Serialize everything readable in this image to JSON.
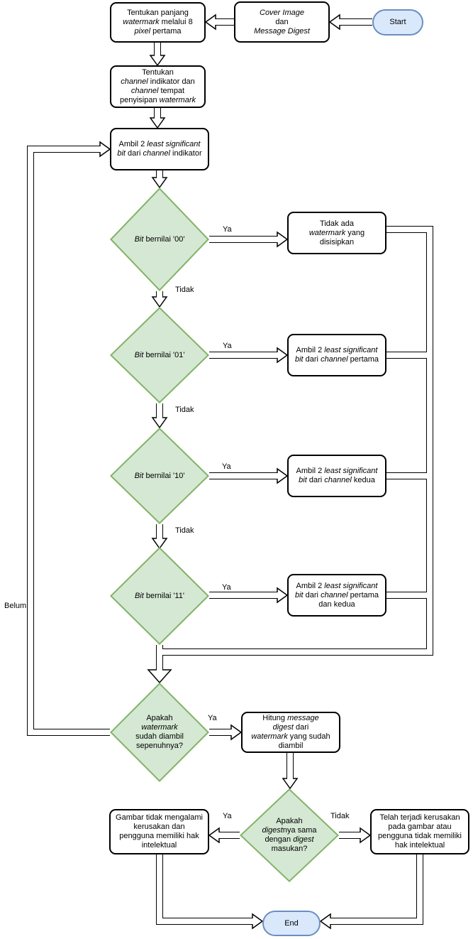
{
  "colors": {
    "background": "#ffffff",
    "text": "#000000",
    "connector": "#000000",
    "process_fill": "#ffffff",
    "process_stroke": "#000000",
    "decision_fill": "#d5e8d4",
    "decision_stroke": "#82b366",
    "terminator_fill": "#dae8fc",
    "terminator_stroke": "#6c8ebf"
  },
  "nodes": {
    "start": {
      "label": "Start"
    },
    "end": {
      "label": "End"
    },
    "cover_image": {
      "lines": [
        [
          {
            "t": "Cover Image",
            "i": true
          }
        ],
        [
          {
            "t": "dan"
          }
        ],
        [
          {
            "t": "Message Digest",
            "i": true
          }
        ]
      ]
    },
    "tentukan_panjang": {
      "lines": [
        [
          {
            "t": "Tentukan panjang"
          }
        ],
        [
          {
            "t": "watermark",
            "i": true
          },
          {
            "t": " melalui 8"
          }
        ],
        [
          {
            "t": "pixel",
            "i": true
          },
          {
            "t": " pertama"
          }
        ]
      ]
    },
    "tentukan_channel": {
      "lines": [
        [
          {
            "t": "Tentukan"
          }
        ],
        [
          {
            "t": "channel",
            "i": true
          },
          {
            "t": " indikator dan"
          }
        ],
        [
          {
            "t": "channel",
            "i": true
          },
          {
            "t": " tempat"
          }
        ],
        [
          {
            "t": "penyisipan "
          },
          {
            "t": "watermark",
            "i": true
          }
        ]
      ]
    },
    "ambil_indikator": {
      "lines": [
        [
          {
            "t": "Ambil 2 "
          },
          {
            "t": "least significant",
            "i": true
          }
        ],
        [
          {
            "t": "bit",
            "i": true
          },
          {
            "t": " dari "
          },
          {
            "t": "channel",
            "i": true
          },
          {
            "t": " indikator"
          }
        ]
      ]
    },
    "bit_00": {
      "lines": [
        [
          {
            "t": "Bit",
            "i": true
          },
          {
            "t": " bernilai '00'"
          }
        ]
      ]
    },
    "bit_01": {
      "lines": [
        [
          {
            "t": "Bit",
            "i": true
          },
          {
            "t": " bernilai '01'"
          }
        ]
      ]
    },
    "bit_10": {
      "lines": [
        [
          {
            "t": "Bit",
            "i": true
          },
          {
            "t": " bernilai '10'"
          }
        ]
      ]
    },
    "bit_11": {
      "lines": [
        [
          {
            "t": "Bit",
            "i": true
          },
          {
            "t": " bernilai '11'"
          }
        ]
      ]
    },
    "tidak_ada_watermark": {
      "lines": [
        [
          {
            "t": "Tidak ada"
          }
        ],
        [
          {
            "t": "watermark",
            "i": true
          },
          {
            "t": " yang"
          }
        ],
        [
          {
            "t": "disisipkan"
          }
        ]
      ]
    },
    "ambil_pertama": {
      "lines": [
        [
          {
            "t": "Ambil 2 "
          },
          {
            "t": "least significant",
            "i": true
          }
        ],
        [
          {
            "t": "bit",
            "i": true
          },
          {
            "t": " dari "
          },
          {
            "t": "channel",
            "i": true
          },
          {
            "t": " pertama"
          }
        ]
      ]
    },
    "ambil_kedua": {
      "lines": [
        [
          {
            "t": "Ambil 2 "
          },
          {
            "t": "least significant",
            "i": true
          }
        ],
        [
          {
            "t": "bit",
            "i": true
          },
          {
            "t": " dari "
          },
          {
            "t": "channel",
            "i": true
          },
          {
            "t": " kedua"
          }
        ]
      ]
    },
    "ambil_pertama_kedua": {
      "lines": [
        [
          {
            "t": "Ambil 2 "
          },
          {
            "t": "least significant",
            "i": true
          }
        ],
        [
          {
            "t": "bit",
            "i": true
          },
          {
            "t": " dari "
          },
          {
            "t": "channel",
            "i": true
          },
          {
            "t": " pertama"
          }
        ],
        [
          {
            "t": "dan kedua"
          }
        ]
      ]
    },
    "apakah_watermark": {
      "lines": [
        [
          {
            "t": "Apakah"
          }
        ],
        [
          {
            "t": "watermark",
            "i": true
          }
        ],
        [
          {
            "t": "sudah diambil"
          }
        ],
        [
          {
            "t": "sepenuhnya?"
          }
        ]
      ]
    },
    "hitung_digest": {
      "lines": [
        [
          {
            "t": "Hitung "
          },
          {
            "t": "message",
            "i": true
          }
        ],
        [
          {
            "t": "digest",
            "i": true
          },
          {
            "t": " dari"
          }
        ],
        [
          {
            "t": "watermark",
            "i": true
          },
          {
            "t": " yang sudah"
          }
        ],
        [
          {
            "t": "diambil"
          }
        ]
      ]
    },
    "apakah_digest": {
      "lines": [
        [
          {
            "t": "Apakah"
          }
        ],
        [
          {
            "t": "digest",
            "i": true
          },
          {
            "t": "nya sama"
          }
        ],
        [
          {
            "t": "dengan "
          },
          {
            "t": "digest",
            "i": true
          }
        ],
        [
          {
            "t": "masukan?"
          }
        ]
      ]
    },
    "hasil_baik": {
      "lines": [
        [
          {
            "t": "Gambar tidak mengalami"
          }
        ],
        [
          {
            "t": "kerusakan dan"
          }
        ],
        [
          {
            "t": "pengguna memiliki hak"
          }
        ],
        [
          {
            "t": "intelektual"
          }
        ]
      ]
    },
    "hasil_rusak": {
      "lines": [
        [
          {
            "t": "Telah terjadi kerusakan"
          }
        ],
        [
          {
            "t": "pada gambar atau"
          }
        ],
        [
          {
            "t": "pengguna tidak memiliki"
          }
        ],
        [
          {
            "t": "hak intelektual"
          }
        ]
      ]
    }
  },
  "edge_labels": {
    "ya_00": "Ya",
    "tidak_00": "Tidak",
    "ya_01": "Ya",
    "tidak_01": "Tidak",
    "ya_10": "Ya",
    "tidak_10": "Tidak",
    "ya_11": "Ya",
    "belum": "Belum",
    "ya_selesai": "Ya",
    "ya_digest": "Ya",
    "tidak_digest": "Tidak"
  }
}
